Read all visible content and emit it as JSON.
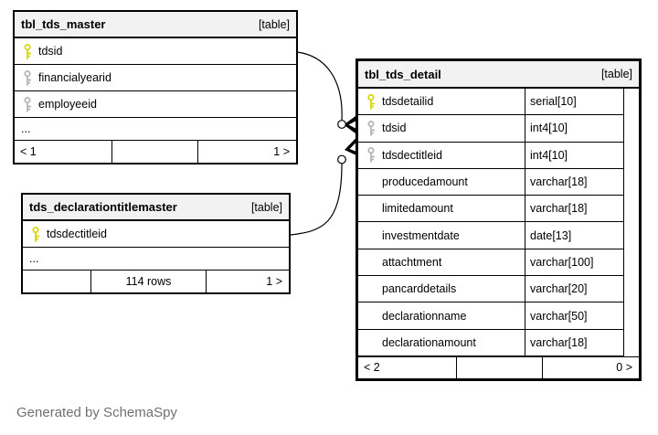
{
  "colors": {
    "border": "#000000",
    "header_bg": "#f2f2f2",
    "primary_key": "#d6d600",
    "foreign_key": "#b4b4b4",
    "note_text": "#707070"
  },
  "tables": [
    {
      "name": "tbl_tds_master",
      "tag": "[table]",
      "columns": [
        {
          "name": "tdsid",
          "key": "primary"
        },
        {
          "name": "financialyearid",
          "key": "foreign"
        },
        {
          "name": "employeeid",
          "key": "foreign"
        }
      ],
      "ellipsis": "...",
      "footer": {
        "left": "< 1",
        "center": "",
        "right": "1 >"
      }
    },
    {
      "name": "tds_declarationtitlemaster",
      "tag": "[table]",
      "columns": [
        {
          "name": "tdsdectitleid",
          "key": "primary"
        }
      ],
      "ellipsis": "...",
      "footer": {
        "left": "",
        "center": "114 rows",
        "right": "1 >"
      }
    },
    {
      "name": "tbl_tds_detail",
      "tag": "[table]",
      "columns": [
        {
          "name": "tdsdetailid",
          "type": "serial[10]",
          "key": "primary"
        },
        {
          "name": "tdsid",
          "type": "int4[10]",
          "key": "foreign"
        },
        {
          "name": "tdsdectitleid",
          "type": "int4[10]",
          "key": "foreign"
        },
        {
          "name": "producedamount",
          "type": "varchar[18]",
          "key": "none"
        },
        {
          "name": "limitedamount",
          "type": "varchar[18]",
          "key": "none"
        },
        {
          "name": "investmentdate",
          "type": "date[13]",
          "key": "none"
        },
        {
          "name": "attachtment",
          "type": "varchar[100]",
          "key": "none"
        },
        {
          "name": "pancarddetails",
          "type": "varchar[20]",
          "key": "none"
        },
        {
          "name": "declarationname",
          "type": "varchar[50]",
          "key": "none"
        },
        {
          "name": "declarationamount",
          "type": "varchar[18]",
          "key": "none"
        }
      ],
      "footer": {
        "left": "< 2",
        "center": "",
        "right": "0 >"
      }
    }
  ],
  "relationships": [
    {
      "from": "tbl_tds_master.tdsid",
      "to": "tbl_tds_detail.tdsid"
    },
    {
      "from": "tds_declarationtitlemaster.tdsdectitleid",
      "to": "tbl_tds_detail.tdsdectitleid"
    }
  ],
  "note": {
    "text": "Generated by SchemaSpy"
  }
}
